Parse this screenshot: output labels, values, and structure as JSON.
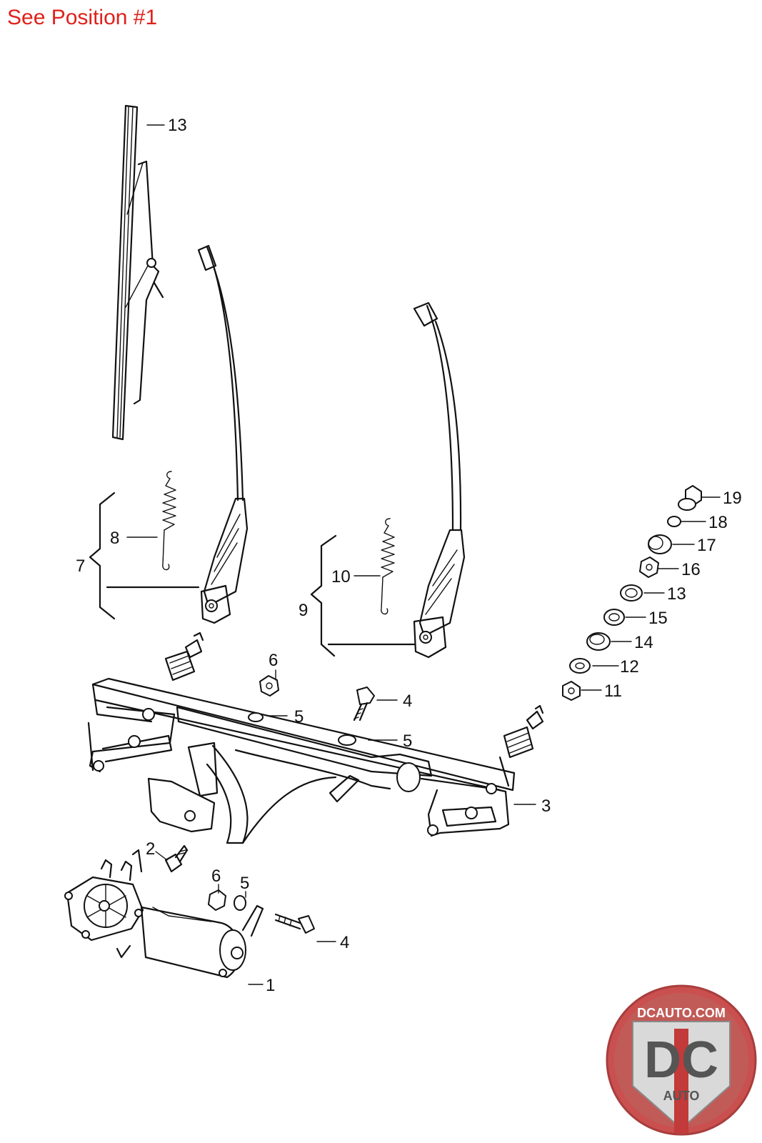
{
  "header": {
    "text": "See Position #1"
  },
  "callouts": [
    {
      "id": "c1",
      "label": "1"
    },
    {
      "id": "c2",
      "label": "2"
    },
    {
      "id": "c3",
      "label": "3"
    },
    {
      "id": "c4a",
      "label": "4"
    },
    {
      "id": "c4b",
      "label": "4"
    },
    {
      "id": "c5a",
      "label": "5"
    },
    {
      "id": "c5b",
      "label": "5"
    },
    {
      "id": "c5c",
      "label": "5"
    },
    {
      "id": "c6a",
      "label": "6"
    },
    {
      "id": "c6b",
      "label": "6"
    },
    {
      "id": "c7",
      "label": "7"
    },
    {
      "id": "c8",
      "label": "8"
    },
    {
      "id": "c9",
      "label": "9"
    },
    {
      "id": "c10",
      "label": "10"
    },
    {
      "id": "c11",
      "label": "11"
    },
    {
      "id": "c12",
      "label": "12"
    },
    {
      "id": "c13a",
      "label": "13"
    },
    {
      "id": "c13b",
      "label": "13"
    },
    {
      "id": "c14",
      "label": "14"
    },
    {
      "id": "c15",
      "label": "15"
    },
    {
      "id": "c16",
      "label": "16"
    },
    {
      "id": "c17",
      "label": "17"
    },
    {
      "id": "c18",
      "label": "18"
    },
    {
      "id": "c19",
      "label": "19"
    }
  ],
  "logo": {
    "site": "DCAUTO.COM",
    "mark": "DC",
    "sub": "AUTO",
    "colors": {
      "badge": "#c9504f",
      "inner": "#d9d9d9",
      "letters": "#555555"
    }
  },
  "colors": {
    "header": "#e0201b",
    "line": "#111111"
  }
}
